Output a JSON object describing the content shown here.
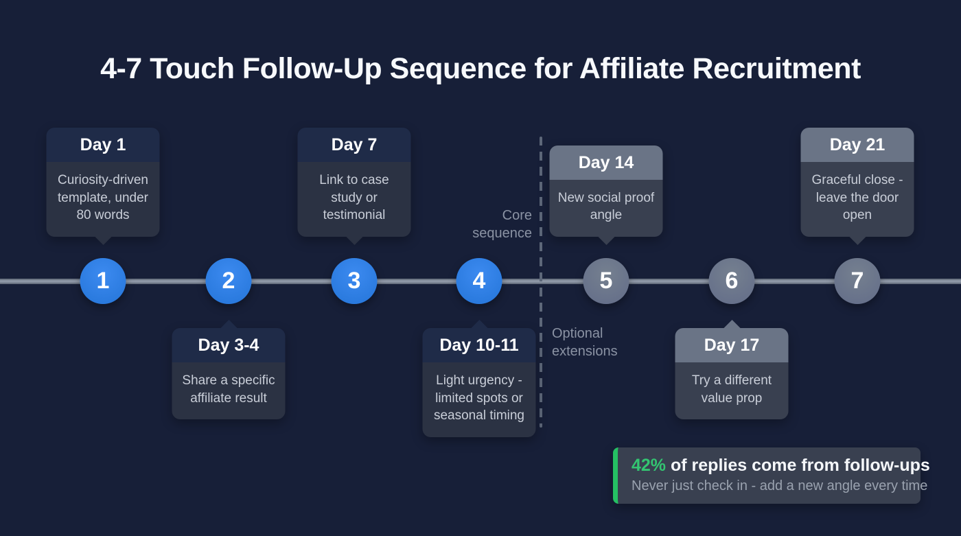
{
  "title": "4-7 Touch Follow-Up Sequence for Affiliate Recruitment",
  "phases": {
    "core_label": "Core sequence",
    "optional_label": "Optional extensions"
  },
  "touches": [
    {
      "num": "1",
      "day": "Day 1",
      "desc": "Curiosity-driven template, under 80 words",
      "phase": "core",
      "side": "above"
    },
    {
      "num": "2",
      "day": "Day 3-4",
      "desc": "Share a specific affiliate result",
      "phase": "core",
      "side": "below"
    },
    {
      "num": "3",
      "day": "Day 7",
      "desc": "Link to case study or testimonial",
      "phase": "core",
      "side": "above"
    },
    {
      "num": "4",
      "day": "Day 10-11",
      "desc": "Light urgency - limited spots or seasonal timing",
      "phase": "core",
      "side": "below"
    },
    {
      "num": "5",
      "day": "Day 14",
      "desc": "New social proof angle",
      "phase": "optional",
      "side": "above"
    },
    {
      "num": "6",
      "day": "Day 17",
      "desc": "Try a different value prop",
      "phase": "optional",
      "side": "below"
    },
    {
      "num": "7",
      "day": "Day 21",
      "desc": "Graceful close - leave the door open",
      "phase": "optional",
      "side": "above"
    }
  ],
  "callout": {
    "stat": "42%",
    "headline": "of replies come from follow-ups",
    "subtext": "Never just check in - add a new angle every time"
  },
  "colors": {
    "background": "#171f38",
    "core_accent": "#2c7ee4",
    "optional_accent": "#6b7688",
    "highlight_green": "#25c163"
  }
}
